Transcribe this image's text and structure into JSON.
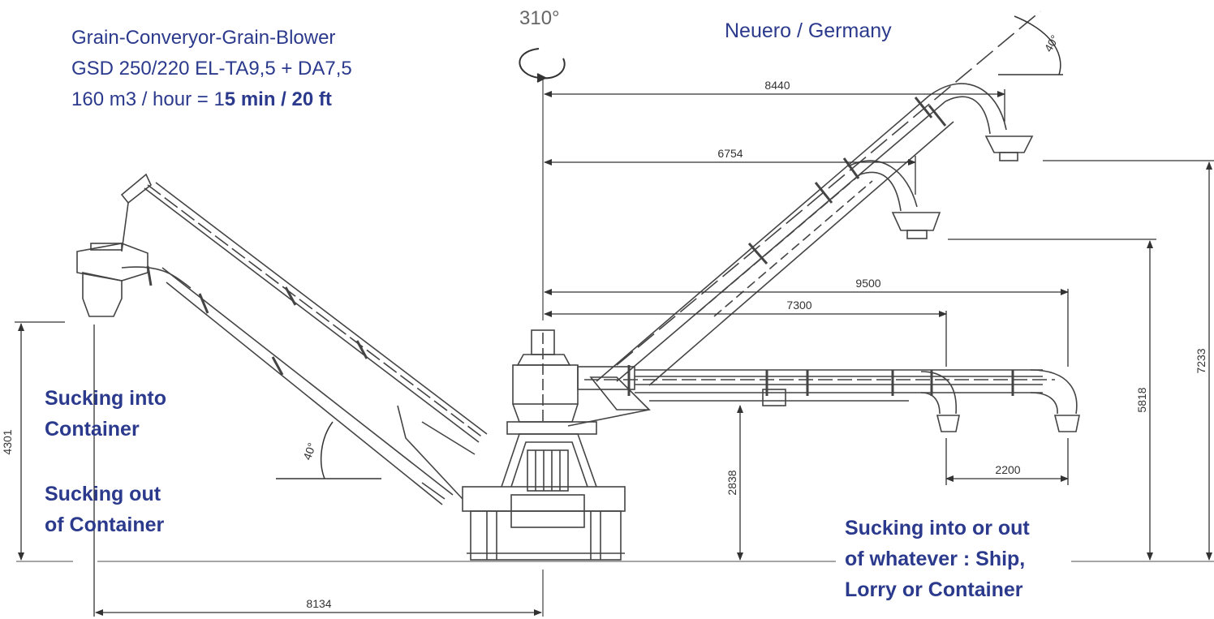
{
  "title": {
    "line1": "Grain-Converyor-Grain-Blower",
    "line2": "GSD 250/220 EL-TA9,5 + DA7,5",
    "line3_prefix": "160 m3 / hour = 1",
    "line3_bold": "5 min / 20 ft"
  },
  "manufacturer": "Neuero / Germany",
  "rotation_label": "310°",
  "notes": {
    "sucking_into": [
      "Sucking into",
      "Container"
    ],
    "sucking_out": [
      "Sucking out",
      "of Container"
    ],
    "sucking_any": [
      "Sucking into or out",
      "of whatever : Ship,",
      "Lorry or Container"
    ]
  },
  "dimensions": {
    "d8440": "8440",
    "d6754": "6754",
    "d9500": "9500",
    "d7300": "7300",
    "d2200": "2200",
    "d2838": "2838",
    "d5818": "5818",
    "d7233": "7233",
    "d4301": "4301",
    "d8134": "8134"
  },
  "angles": {
    "top_right": "40°",
    "left_boom": "40°"
  },
  "colors": {
    "text_blue": "#2b3a8c",
    "line_gray": "#555555"
  }
}
